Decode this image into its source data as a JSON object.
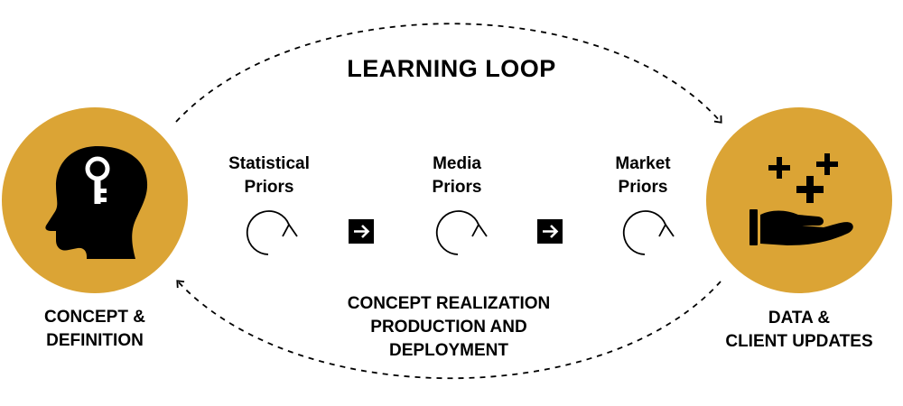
{
  "title": "LEARNING LOOP",
  "left_node": {
    "line1": "CONCEPT &",
    "line2": "DEFINITION",
    "icon": "head-key-icon",
    "color": "#DBA435"
  },
  "right_node": {
    "line1": "DATA &",
    "line2": "CLIENT UPDATES",
    "icon": "hand-plus-icon",
    "color": "#DBA435"
  },
  "priors": [
    {
      "line1": "Statistical",
      "line2": "Priors"
    },
    {
      "line1": "Media",
      "line2": "Priors"
    },
    {
      "line1": "Market",
      "line2": "Priors"
    }
  ],
  "middle": {
    "line1": "CONCEPT REALIZATION",
    "line2": "PRODUCTION AND",
    "line3": "DEPLOYMENT"
  }
}
